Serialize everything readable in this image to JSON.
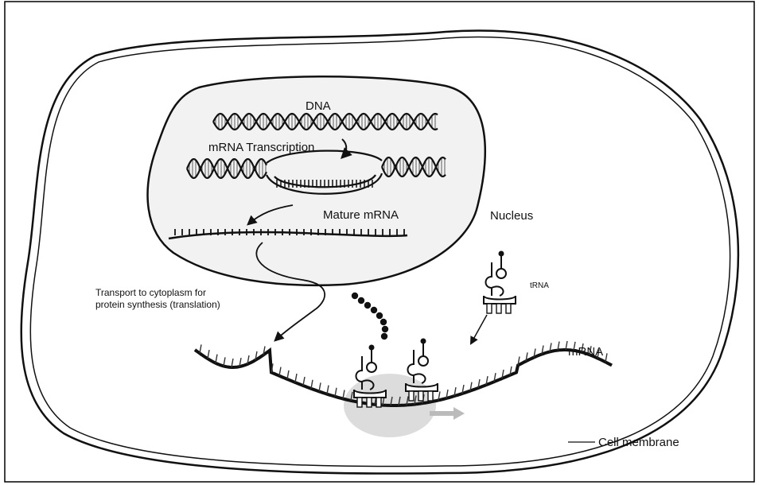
{
  "labels": {
    "dna": "DNA",
    "transcription": "mRNA Transcription",
    "mature_mrna": "Mature mRNA",
    "nucleus": "Nucleus",
    "transport_line1": "Transport to cytoplasm for",
    "transport_line2": "protein synthesis (translation)",
    "trna": "tRNA",
    "mrna": "mRNA",
    "cell_membrane": "Cell membrane"
  },
  "colors": {
    "ink": "#111111",
    "nucleus_fill": "#f2f2f2",
    "ribosome_fill": "#dcdcdc",
    "frame": "#000000"
  }
}
